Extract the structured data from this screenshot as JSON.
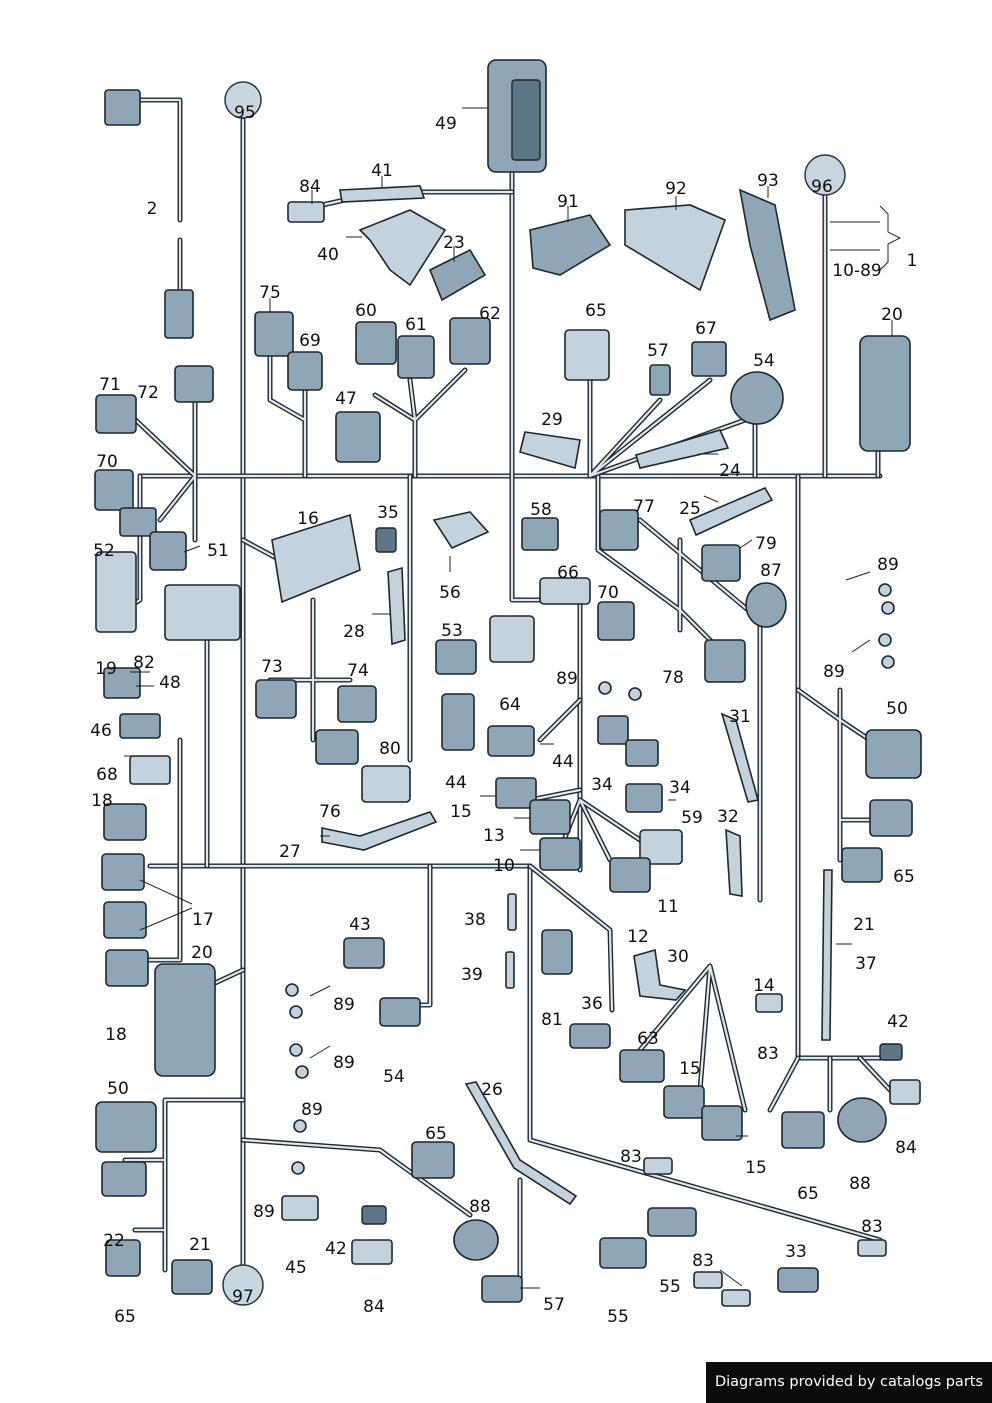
{
  "labels": {
    "l95": "95",
    "l2": "2",
    "l49": "49",
    "l41": "41",
    "l84a": "84",
    "l40": "40",
    "l23": "23",
    "l91": "91",
    "l92": "92",
    "l93": "93",
    "l96": "96",
    "l1089": "10-89",
    "l1": "1",
    "l75": "75",
    "l69": "69",
    "l60": "60",
    "l61": "61",
    "l62": "62",
    "l47": "47",
    "l65a": "65",
    "l57a": "57",
    "l67": "67",
    "l54a": "54",
    "l20a": "20",
    "l71": "71",
    "l72": "72",
    "l29": "29",
    "l24": "24",
    "l70a": "70",
    "l16": "16",
    "l35": "35",
    "l58": "58",
    "l77": "77",
    "l25": "25",
    "l79": "79",
    "l52": "52",
    "l51": "51",
    "l56": "56",
    "l66": "66",
    "l87": "87",
    "l89a": "89",
    "l28": "28",
    "l53": "53",
    "l70b": "70",
    "l89b": "89",
    "l19": "19",
    "l82": "82",
    "l48": "48",
    "l73": "73",
    "l74": "74",
    "l64": "64",
    "l89c": "89",
    "l78": "78",
    "l50a": "50",
    "l46": "46",
    "l68": "68",
    "l80": "80",
    "l44a": "44",
    "l44b": "44",
    "l31": "31",
    "l34a": "34",
    "l34b": "34",
    "l18a": "18",
    "l76": "76",
    "l15a": "15",
    "l59": "59",
    "l32": "32",
    "l27": "27",
    "l13": "13",
    "l10": "10",
    "l65b": "65",
    "l11": "11",
    "l17": "17",
    "l43": "43",
    "l38": "38",
    "l21a": "21",
    "l12": "12",
    "l30": "30",
    "l37": "37",
    "l20b": "20",
    "l39": "39",
    "l14": "14",
    "l89d": "89",
    "l81": "81",
    "l36": "36",
    "l42a": "42",
    "l83a": "83",
    "l63": "63",
    "l89e": "89",
    "l54b": "54",
    "l18b": "18",
    "l15b": "15",
    "l50b": "50",
    "l26": "26",
    "l84b": "84",
    "l88a": "88",
    "l89f": "89",
    "l65c": "65",
    "l15c": "15",
    "l83b": "83",
    "l65d": "65",
    "l89g": "89",
    "l88b": "88",
    "l83c": "83",
    "l45": "45",
    "l22": "22",
    "l21b": "21",
    "l42b": "42",
    "l83d": "83",
    "l33": "33",
    "l97": "97",
    "l84c": "84",
    "l57b": "57",
    "l55a": "55",
    "l55b": "55",
    "l65e": "65"
  },
  "footer": {
    "credit": "Diagrams provided by catalogs parts"
  }
}
